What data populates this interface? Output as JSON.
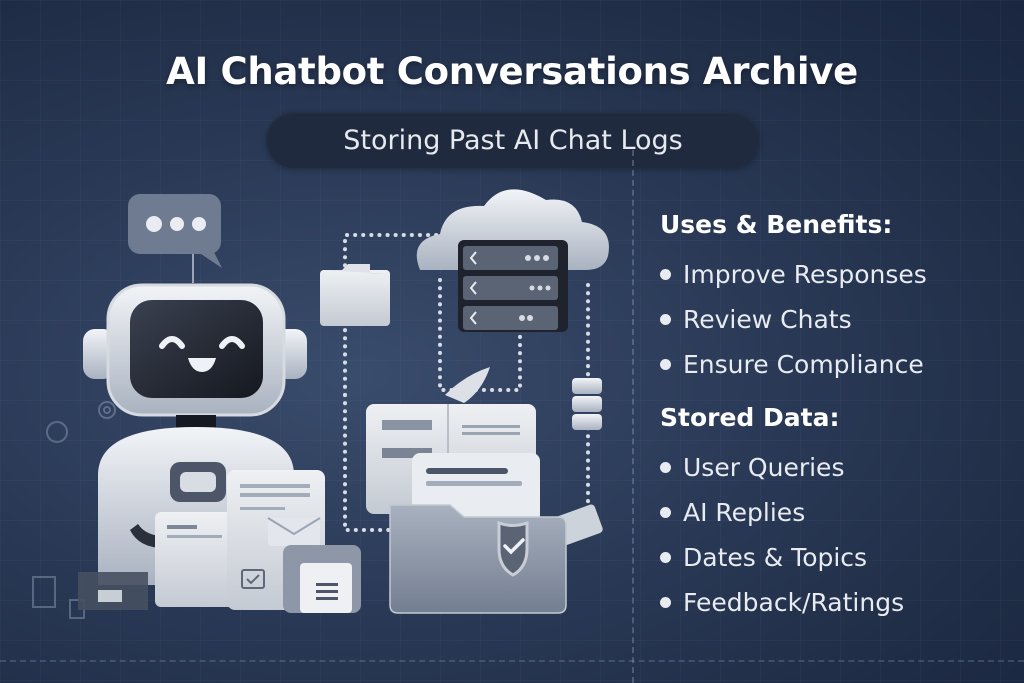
{
  "header": {
    "title": "AI Chatbot Conversations Archive",
    "subtitle": "Storing Past AI Chat Logs"
  },
  "panel": {
    "uses": {
      "heading": "Uses & Benefits:",
      "items": [
        "Improve Responses",
        "Review Chats",
        "Ensure Compliance"
      ]
    },
    "stored": {
      "heading": "Stored Data:",
      "items": [
        "User Queries",
        "AI Replies",
        "Dates & Topics",
        "Feedback/Ratings"
      ]
    }
  },
  "illustration": {
    "elements": [
      "robot-mascot",
      "speech-bubble",
      "cloud-server",
      "folder",
      "documents",
      "secure-folder-shield",
      "database-stack",
      "envelope"
    ]
  },
  "colors": {
    "background": "#2b3b58",
    "pill": "#1f2a3e",
    "text": "#ffffff"
  }
}
